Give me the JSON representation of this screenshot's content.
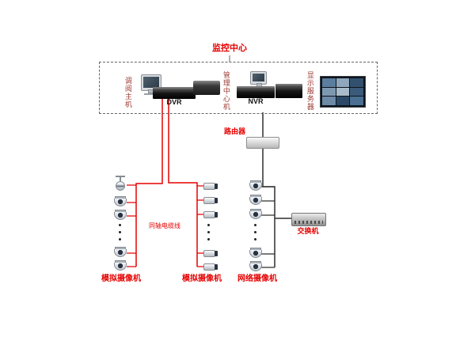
{
  "diagram": {
    "title": "监控中心",
    "monitoring_center": {
      "viewing_host_label": "调阅主机",
      "dvr_label": "DVR",
      "management_label": "管理中心机",
      "nvr_label": "NVR",
      "display_server_label": "显示服务器"
    },
    "network_devices": {
      "router_label": "路由器",
      "switch_label": "交换机"
    },
    "cable_label": "同轴电缆线",
    "camera_groups": [
      {
        "label": "模拟摄像机",
        "camera_type": "ptz-and-dome",
        "camera_count": 5
      },
      {
        "label": "模拟摄像机",
        "camera_type": "bullet",
        "camera_count": 5
      },
      {
        "label": "网络摄像机",
        "camera_type": "dome",
        "camera_count": 5
      }
    ],
    "colors": {
      "analog_line": "#e60000",
      "network_line": "#2f2f2f",
      "red_label": "#e60000",
      "dark_red_label": "#9c3a32",
      "connector_gray": "#666666"
    },
    "icons": {
      "ptz_camera": "ball-camera-css-shape",
      "dome_camera": "dome-css-shape",
      "bullet_camera": "bullet-css-shape",
      "crt_monitor": "monitor-css-shape",
      "video_wall": "screen-grid-css-shape",
      "ellipsis": "vertical-dots"
    }
  }
}
